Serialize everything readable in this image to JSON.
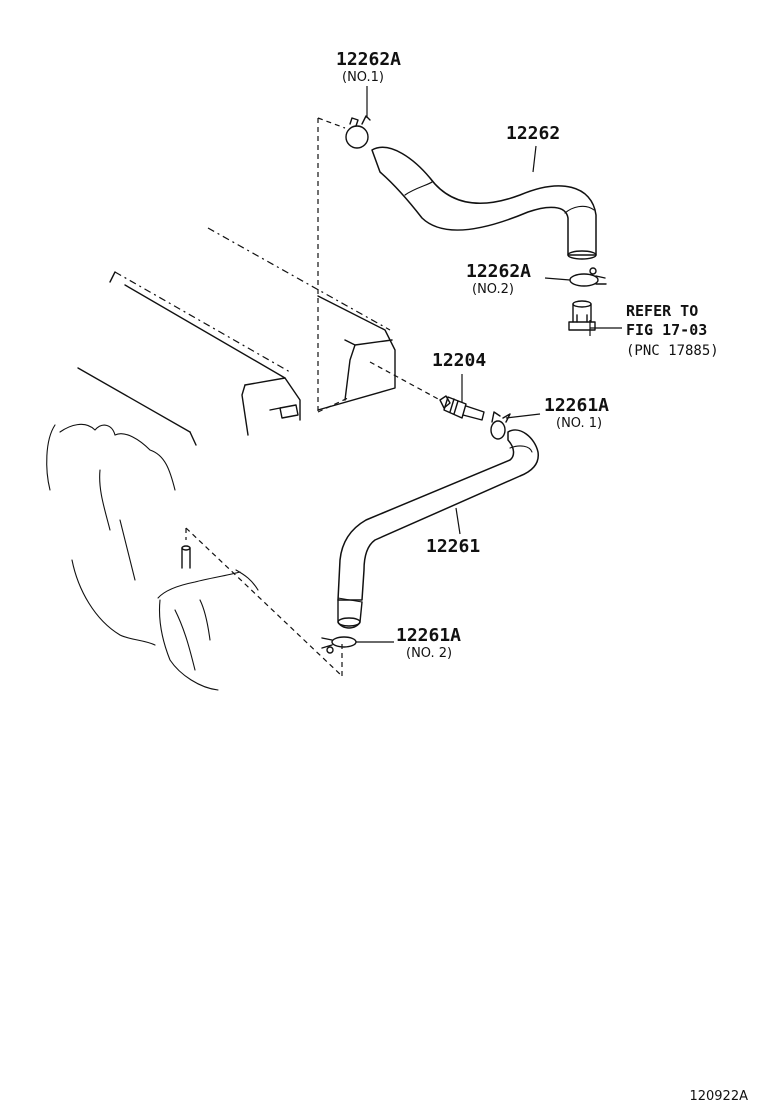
{
  "labels": {
    "clamp_upper": {
      "number": "12262A",
      "sub": "(NO.1)"
    },
    "hose_upper": {
      "number": "12262"
    },
    "clamp_upper_2": {
      "number": "12262A",
      "sub": "(NO.2)"
    },
    "refer": {
      "line1": "REFER TO",
      "line2": "FIG 17-03",
      "line3": "(PNC 17885)"
    },
    "valve": {
      "number": "12204"
    },
    "clamp_lower_1": {
      "number": "12261A",
      "sub": "(NO. 1)"
    },
    "hose_lower": {
      "number": "12261"
    },
    "clamp_lower_2": {
      "number": "12261A",
      "sub": "(NO. 2)"
    }
  },
  "figure_id": "120922A"
}
